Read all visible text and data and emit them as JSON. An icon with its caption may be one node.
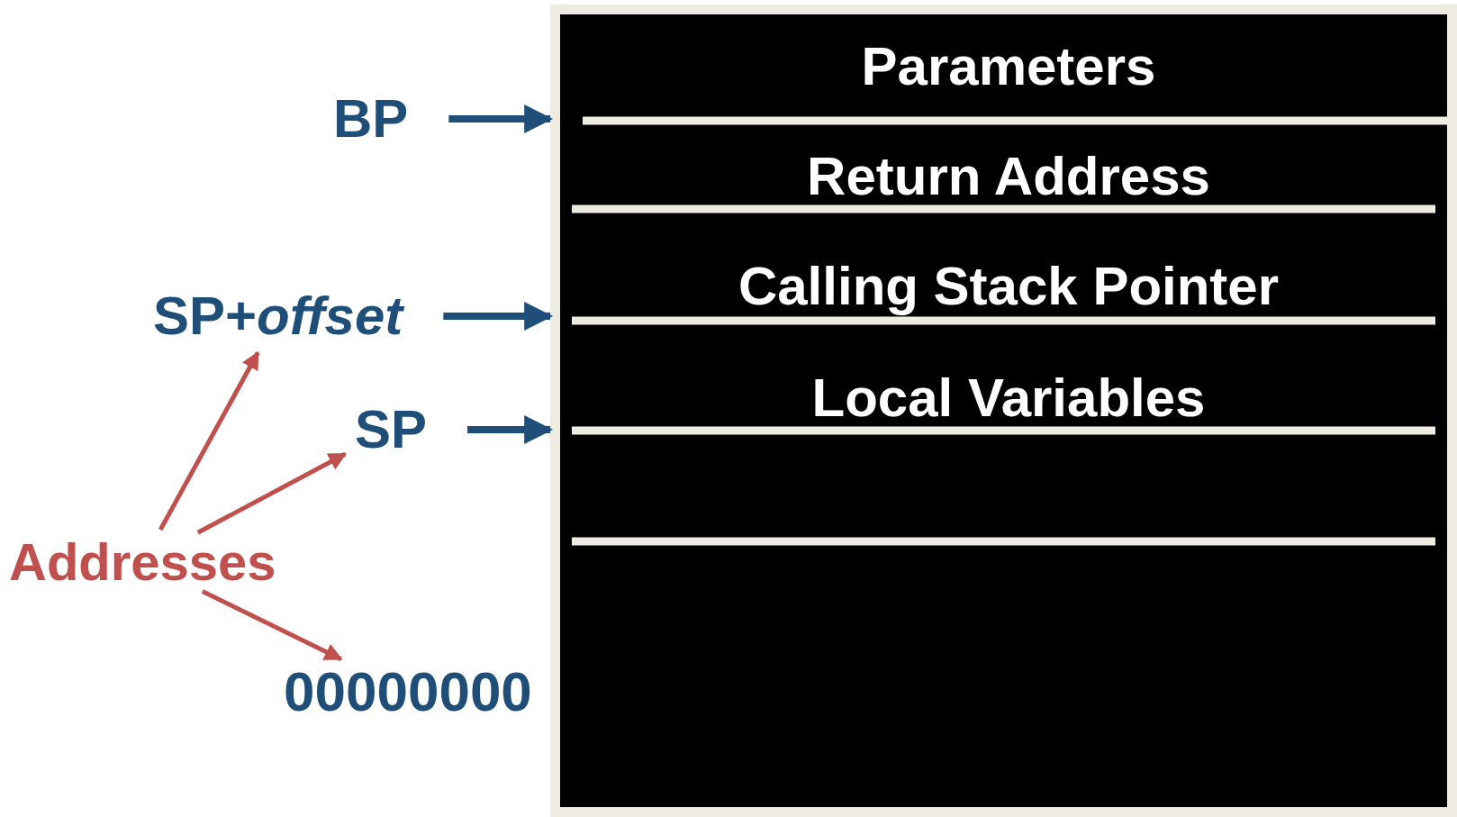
{
  "diagram": {
    "nodes": [
      {
        "text": [
          "Parameters",
          "Return Address",
          "Calling Stack Pointer",
          "Local Variables"
        ]
      },
      {
        "text": [
          "BP"
        ]
      },
      {
        "text": [
          "SP+*offset*"
        ]
      },
      {
        "text": [
          "SP"
        ]
      },
      {
        "text": [
          "Addresses"
        ]
      },
      {
        "text": [
          "00000000"
        ]
      }
    ],
    "edges": [
      {
        "from": 1,
        "to": 0,
        "arrow": "to",
        "color": "#1f4e79"
      },
      {
        "from": 2,
        "to": 0,
        "arrow": "to",
        "color": "#1f4e79"
      },
      {
        "from": 3,
        "to": 0,
        "arrow": "to",
        "color": "#1f4e79"
      },
      {
        "from": 4,
        "to": 2,
        "arrow": "to",
        "color": "#c0504d"
      },
      {
        "from": 4,
        "to": 3,
        "arrow": "to",
        "color": "#c0504d"
      },
      {
        "from": 4,
        "to": 5,
        "arrow": "to",
        "color": "#c0504d"
      }
    ]
  }
}
